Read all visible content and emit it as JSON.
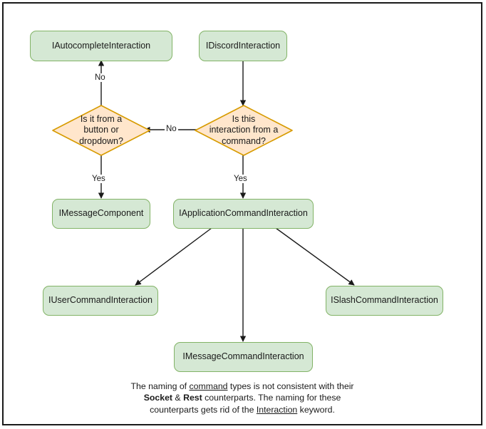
{
  "diagram": {
    "type": "flowchart",
    "title": "Discord interaction type decision flowchart",
    "colors": {
      "process_fill": "#d5e8d4",
      "process_stroke": "#82b366",
      "decision_fill": "#ffe6cc",
      "decision_stroke": "#d79b00",
      "edge": "#1a1a1a",
      "frame": "#1a1a1a",
      "background": "#ffffff"
    },
    "nodes": [
      {
        "id": "autocomplete",
        "shape": "process",
        "label": "IAutocompleteInteraction"
      },
      {
        "id": "discord",
        "shape": "process",
        "label": "IDiscordInteraction"
      },
      {
        "id": "button_or_dropdown",
        "shape": "decision",
        "label": "Is it from a\nbutton or\ndropdown?"
      },
      {
        "id": "from_command",
        "shape": "decision",
        "label": "Is this\ninteraction from a\ncommand?"
      },
      {
        "id": "message_component",
        "shape": "process",
        "label": "IMessageComponent"
      },
      {
        "id": "app_command",
        "shape": "process",
        "label": "IApplicationCommandInteraction"
      },
      {
        "id": "user_command",
        "shape": "process",
        "label": "IUserCommandInteraction"
      },
      {
        "id": "message_command",
        "shape": "process",
        "label": "IMessageCommandInteraction"
      },
      {
        "id": "slash_command",
        "shape": "process",
        "label": "ISlashCommandInteraction"
      }
    ],
    "edges": [
      {
        "from": "discord",
        "to": "from_command",
        "label": ""
      },
      {
        "from": "from_command",
        "to": "button_or_dropdown",
        "label": "No"
      },
      {
        "from": "button_or_dropdown",
        "to": "autocomplete",
        "label": "No"
      },
      {
        "from": "button_or_dropdown",
        "to": "message_component",
        "label": "Yes"
      },
      {
        "from": "from_command",
        "to": "app_command",
        "label": "Yes"
      },
      {
        "from": "app_command",
        "to": "user_command",
        "label": ""
      },
      {
        "from": "app_command",
        "to": "message_command",
        "label": ""
      },
      {
        "from": "app_command",
        "to": "slash_command",
        "label": ""
      }
    ],
    "edge_labels": {
      "no_up": "No",
      "no_left": "No",
      "yes_left": "Yes",
      "yes_right": "Yes"
    }
  },
  "caption": {
    "line1_a": "The naming of ",
    "line1_u": "command",
    "line1_b": " types is not consistent with their",
    "line2_b1": "Socket",
    "line2_amp": " & ",
    "line2_b2": "Rest",
    "line2_rest": " counterparts. The naming for these",
    "line3_a": "counterparts gets rid of the ",
    "line3_u": "Interaction",
    "line3_b": " keyword."
  }
}
